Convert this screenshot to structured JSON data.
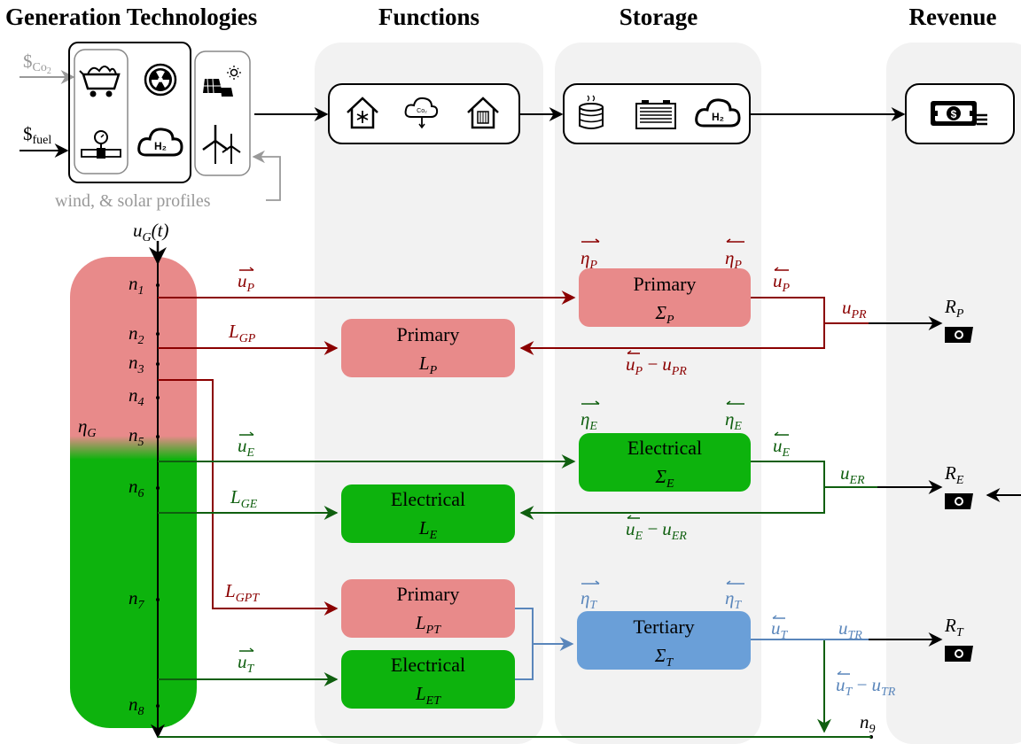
{
  "headers": {
    "generation": "Generation Technologies",
    "functions": "Functions",
    "storage": "Storage",
    "revenue": "Revenue"
  },
  "inputs": {
    "co2_symbol": "$",
    "co2_sub": "Co",
    "co2_subsub": "2",
    "fuel_symbol": "$",
    "fuel_sub": "fuel",
    "profiles": "wind, & solar profiles",
    "co2_badge": "Co₂",
    "h2_badge": "H₂"
  },
  "generation_signal": {
    "base": "u",
    "sub": "G",
    "arg": "(t)"
  },
  "bus_label": {
    "base": "η",
    "sub": "G"
  },
  "nodes": [
    {
      "base": "n",
      "sub": "1"
    },
    {
      "base": "n",
      "sub": "2"
    },
    {
      "base": "n",
      "sub": "3"
    },
    {
      "base": "n",
      "sub": "4"
    },
    {
      "base": "n",
      "sub": "5"
    },
    {
      "base": "n",
      "sub": "6"
    },
    {
      "base": "n",
      "sub": "7"
    },
    {
      "base": "n",
      "sub": "8"
    },
    {
      "base": "n",
      "sub": "9"
    }
  ],
  "functions_boxes": [
    {
      "title": "Primary",
      "base": "L",
      "sub": "P"
    },
    {
      "title": "Electrical",
      "base": "L",
      "sub": "E"
    },
    {
      "title": "Primary",
      "base": "L",
      "sub": "PT"
    },
    {
      "title": "Electrical",
      "base": "L",
      "sub": "ET"
    }
  ],
  "storage_boxes": [
    {
      "title": "Primary",
      "base": "Σ",
      "sub": "P"
    },
    {
      "title": "Electrical",
      "base": "Σ",
      "sub": "E"
    },
    {
      "title": "Tertiary",
      "base": "Σ",
      "sub": "T"
    }
  ],
  "flows": {
    "uP_in": {
      "base": "u",
      "sub": "P"
    },
    "LGP": {
      "base": "L",
      "sub": "GP"
    },
    "uP_out": {
      "base": "u",
      "sub": "P"
    },
    "uPR": {
      "base": "u",
      "sub": "PR"
    },
    "uP_back": {
      "base": "u",
      "sub": "P",
      "minus": "−",
      "base2": "u",
      "sub2": "PR"
    },
    "uE_in": {
      "base": "u",
      "sub": "E"
    },
    "LGE": {
      "base": "L",
      "sub": "GE"
    },
    "uE_out": {
      "base": "u",
      "sub": "E"
    },
    "uER": {
      "base": "u",
      "sub": "ER"
    },
    "uE_back": {
      "base": "u",
      "sub": "E",
      "minus": "−",
      "base2": "u",
      "sub2": "ER"
    },
    "LGPT": {
      "base": "L",
      "sub": "GPT"
    },
    "uT_in": {
      "base": "u",
      "sub": "T"
    },
    "uT_out": {
      "base": "u",
      "sub": "T"
    },
    "uTR": {
      "base": "u",
      "sub": "TR"
    },
    "uT_back": {
      "base": "u",
      "sub": "T",
      "minus": "−",
      "base2": "u",
      "sub2": "TR"
    }
  },
  "efficiencies": [
    {
      "base": "η",
      "sub": "P"
    },
    {
      "base": "η",
      "sub": "P"
    },
    {
      "base": "η",
      "sub": "E"
    },
    {
      "base": "η",
      "sub": "E"
    },
    {
      "base": "η",
      "sub": "T"
    },
    {
      "base": "η",
      "sub": "T"
    }
  ],
  "revenue": [
    {
      "base": "R",
      "sub": "P"
    },
    {
      "base": "R",
      "sub": "E"
    },
    {
      "base": "R",
      "sub": "T"
    }
  ],
  "colors": {
    "primary_fill": "#e88a8a",
    "electrical_fill": "#0db30d",
    "tertiary_fill": "#6a9fd8",
    "primary_line": "#8b0000",
    "electrical_line": "#0f5f0f",
    "tertiary_line": "#5a86bb",
    "column_bg": "#f2f2f2",
    "gray": "#999999"
  }
}
